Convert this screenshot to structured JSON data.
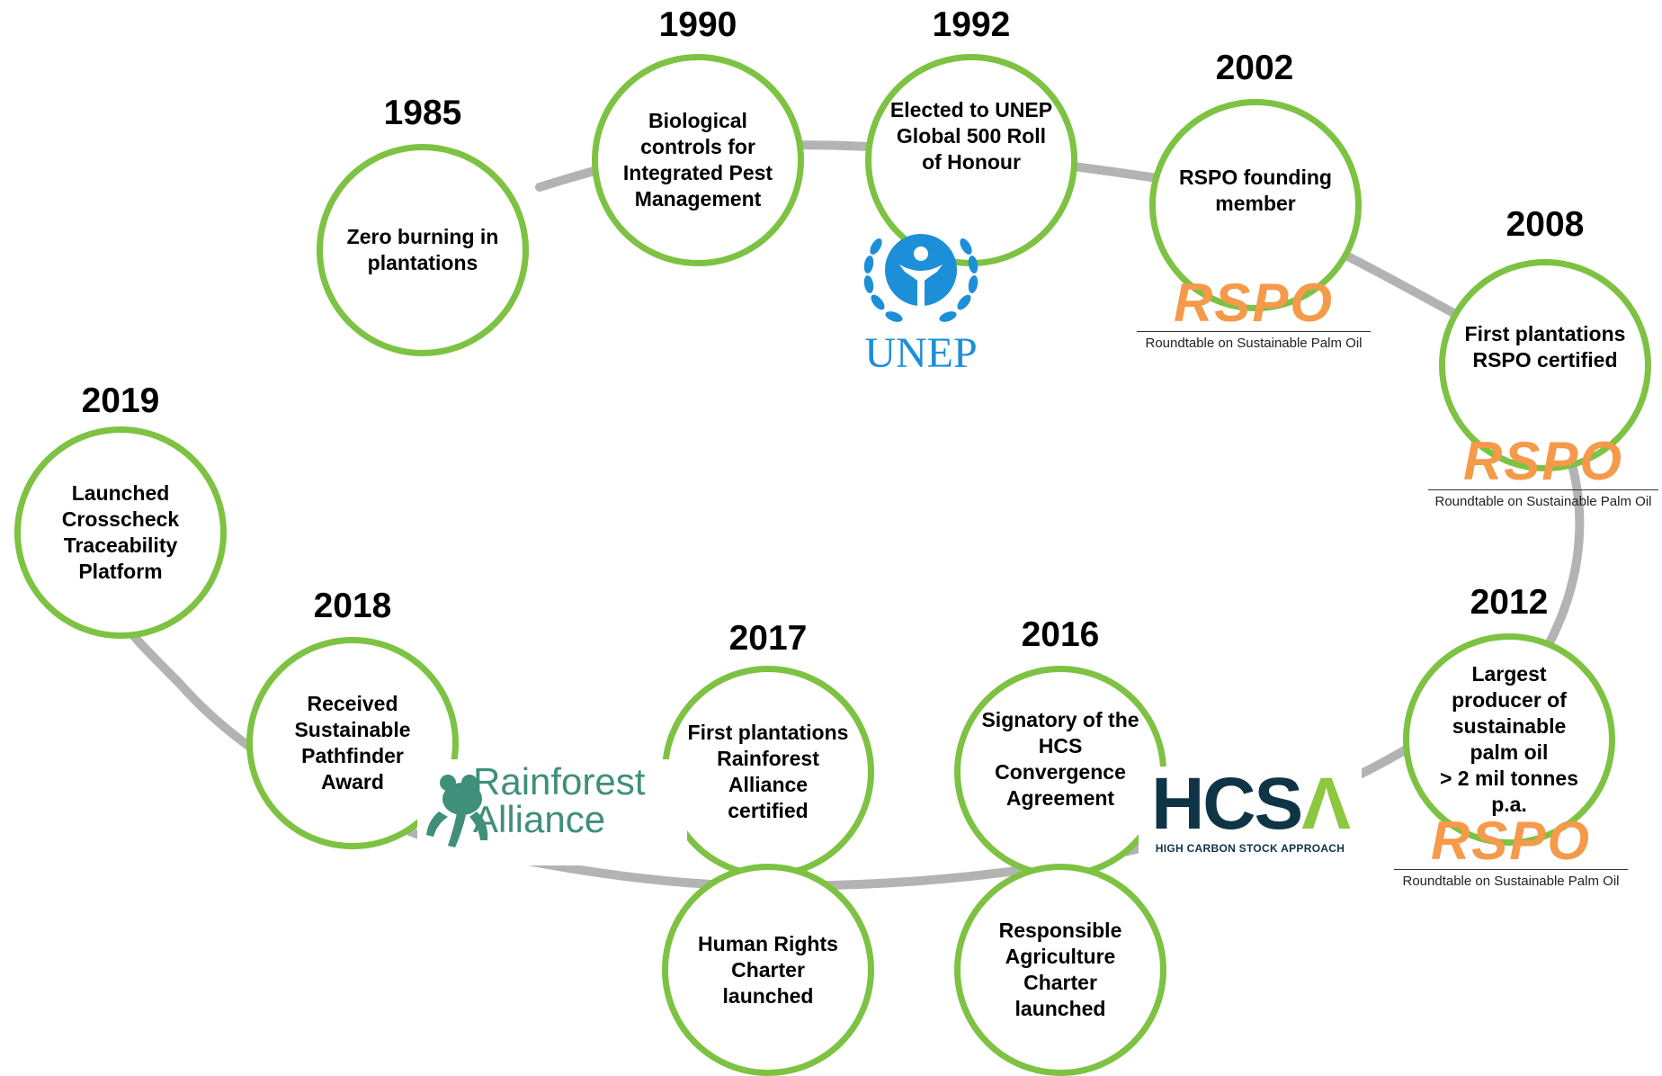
{
  "colors": {
    "ring": "#7dc242",
    "path": "#b3b3b3",
    "rspo": "#f49a4a",
    "unep": "#1d8fd8",
    "hcsa_dark": "#0f3446",
    "hcsa_accent": "#8dc63f",
    "rainforest": "#3f8f7a"
  },
  "timeline": [
    {
      "year": "1985",
      "text": "Zero burning in\nplantations"
    },
    {
      "year": "1990",
      "text": "Biological\ncontrols for\nIntegrated Pest\nManagement"
    },
    {
      "year": "1992",
      "text": "Elected to UNEP\nGlobal 500 Roll\nof Honour"
    },
    {
      "year": "2002",
      "text": "RSPO founding\nmember"
    },
    {
      "year": "2008",
      "text": "First plantations\nRSPO certified"
    },
    {
      "year": "2012",
      "text": "Largest\nproducer of\nsustainable\npalm oil\n> 2 mil tonnes\np.a."
    },
    {
      "year": "2016",
      "text": "Signatory of the\nHCS\nConvergence\nAgreement"
    },
    {
      "year": "",
      "text": "Responsible\nAgriculture\nCharter\nlaunched"
    },
    {
      "year": "2017",
      "text": "First plantations\nRainforest\nAlliance\ncertified"
    },
    {
      "year": "",
      "text": "Human Rights\nCharter\nlaunched"
    },
    {
      "year": "2018",
      "text": "Received\nSustainable\nPathfinder\nAward"
    },
    {
      "year": "2019",
      "text": "Launched\nCrosscheck\nTraceability\nPlatform"
    }
  ],
  "logos": {
    "unep": {
      "text": "UNEP",
      "icon": "unep-laurel-icon"
    },
    "rspo": {
      "word": "RSPO",
      "subtitle": "Roundtable on Sustainable Palm Oil"
    },
    "hcsa": {
      "word_main": "HCS",
      "word_accent": "Λ",
      "subtitle": "HIGH CARBON STOCK APPROACH"
    },
    "rainforest": {
      "line1": "Rainforest",
      "line2": "Alliance",
      "icon": "frog-icon"
    }
  }
}
